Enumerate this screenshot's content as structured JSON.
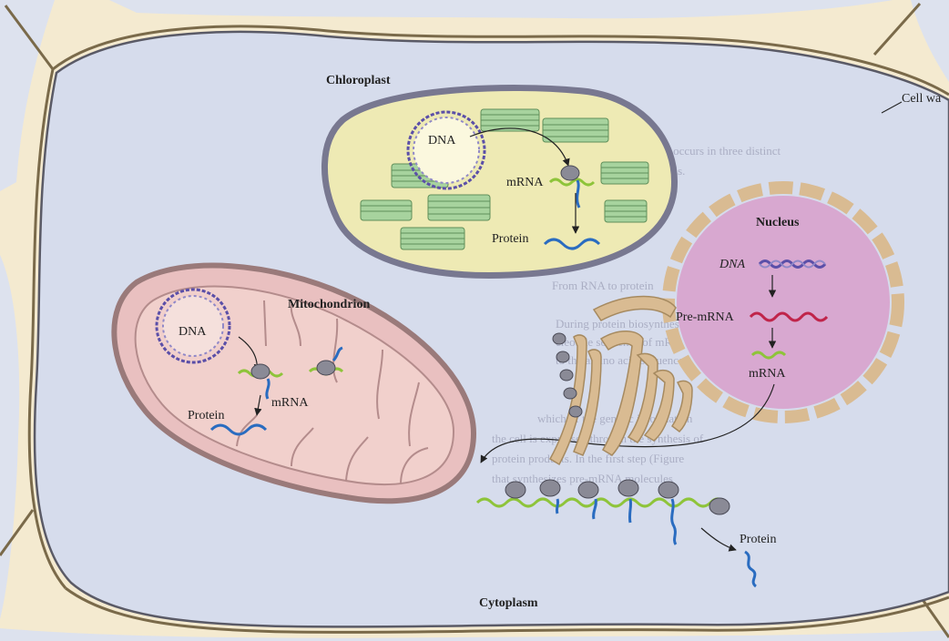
{
  "labels": {
    "cell_wall": "Cell wa",
    "chloroplast": "Chloroplast",
    "nucleus": "Nucleus",
    "mitochondrion": "Mitochondrion",
    "cytoplasm": "Cytoplasm",
    "chloro_dna": "DNA",
    "chloro_mrna": "mRNA",
    "chloro_protein": "Protein",
    "nuc_dna": "DNA",
    "nuc_premrna": "Pre-mRNA",
    "nuc_mrna": "mRNA",
    "mito_dna": "DNA",
    "mito_mrna": "mRNA",
    "mito_protein": "Protein",
    "cyto_protein": "Protein"
  },
  "bleed_text": [
    "cells occurs in three distinct",
    "nt cells.",
    "From RNA to protein",
    "During protein biosynthesis",
    "cleotide sequence of mR",
    "to the amino acid sequence",
    "which of the genetic information",
    "the cell is expressed through the synthesis of",
    "protein products. In the first step (Figure",
    "that synthesizes pre-mRNA molecules"
  ],
  "colors": {
    "cell_wall": "#e8d9a8",
    "cytoplasm": "#d6dcec",
    "chloroplast_fill": "#eeeab4",
    "thylakoid": "#8cc08a",
    "mitochondrion_fill": "#e9c0c0",
    "nucleus_fill": "#d8a8d0",
    "er": "#d9bb92",
    "dna": "#5b4fa8",
    "mrna_green": "#8ec43a",
    "premrna": "#c0244a",
    "protein": "#2a6cc0",
    "ribosome": "#8a8a96"
  }
}
